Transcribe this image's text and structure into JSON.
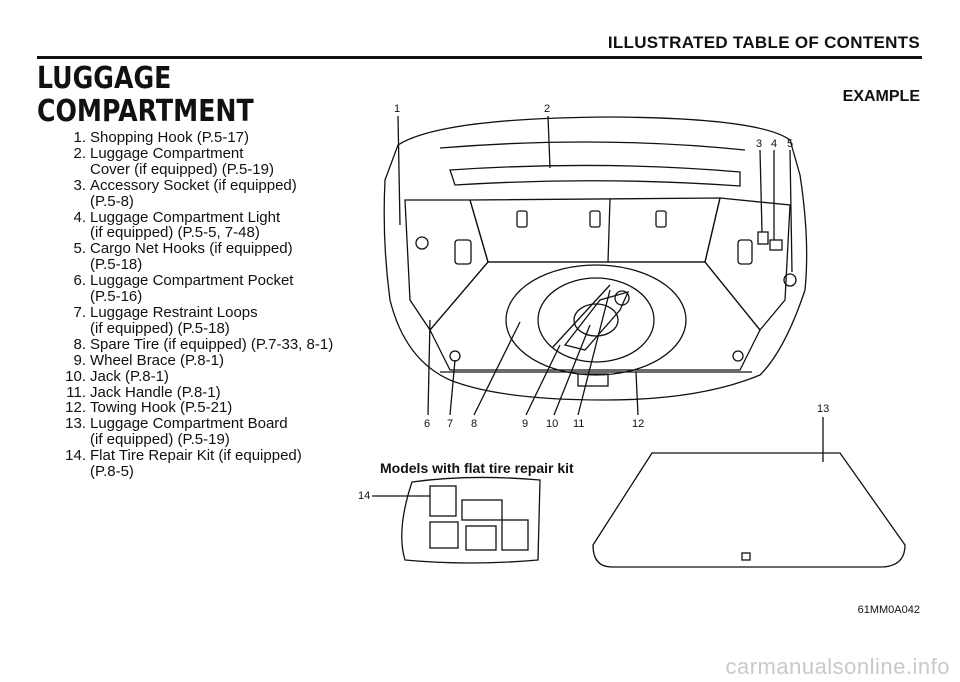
{
  "header": {
    "title": "ILLUSTRATED TABLE OF CONTENTS"
  },
  "section": {
    "title_line1": "LUGGAGE",
    "title_line2": "COMPARTMENT"
  },
  "items": [
    {
      "num": "1.",
      "lines": [
        "Shopping Hook (P.5-17)"
      ]
    },
    {
      "num": "2.",
      "lines": [
        "Luggage Compartment",
        "Cover (if equipped) (P.5-19)"
      ]
    },
    {
      "num": "3.",
      "lines": [
        "Accessory Socket (if equipped)",
        "(P.5-8)"
      ]
    },
    {
      "num": "4.",
      "lines": [
        "Luggage Compartment Light",
        "(if equipped) (P.5-5, 7-48)"
      ]
    },
    {
      "num": "5.",
      "lines": [
        "Cargo Net Hooks (if equipped)",
        "(P.5-18)"
      ]
    },
    {
      "num": "6.",
      "lines": [
        "Luggage Compartment Pocket",
        "(P.5-16)"
      ]
    },
    {
      "num": "7.",
      "lines": [
        "Luggage Restraint Loops",
        "(if equipped) (P.5-18)"
      ]
    },
    {
      "num": "8.",
      "lines": [
        "Spare Tire (if equipped) (P.7-33, 8-1)"
      ]
    },
    {
      "num": "9.",
      "lines": [
        "Wheel Brace (P.8-1)"
      ]
    },
    {
      "num": "10.",
      "lines": [
        "Jack (P.8-1)"
      ]
    },
    {
      "num": "11.",
      "lines": [
        "Jack Handle (P.8-1)"
      ]
    },
    {
      "num": "12.",
      "lines": [
        "Towing Hook (P.5-21)"
      ]
    },
    {
      "num": "13.",
      "lines": [
        "Luggage Compartment Board",
        "(if equipped) (P.5-19)"
      ]
    },
    {
      "num": "14.",
      "lines": [
        "Flat Tire Repair Kit (if equipped)",
        "(P.8-5)"
      ]
    }
  ],
  "figure": {
    "example_label": "EXAMPLE",
    "caption": "Models with flat tire repair kit",
    "code": "61MM0A042",
    "callouts": [
      "1",
      "2",
      "3",
      "4",
      "5",
      "6",
      "7",
      "8",
      "9",
      "10",
      "11",
      "12",
      "13",
      "14"
    ]
  },
  "watermark": "carmanualsonline.info"
}
